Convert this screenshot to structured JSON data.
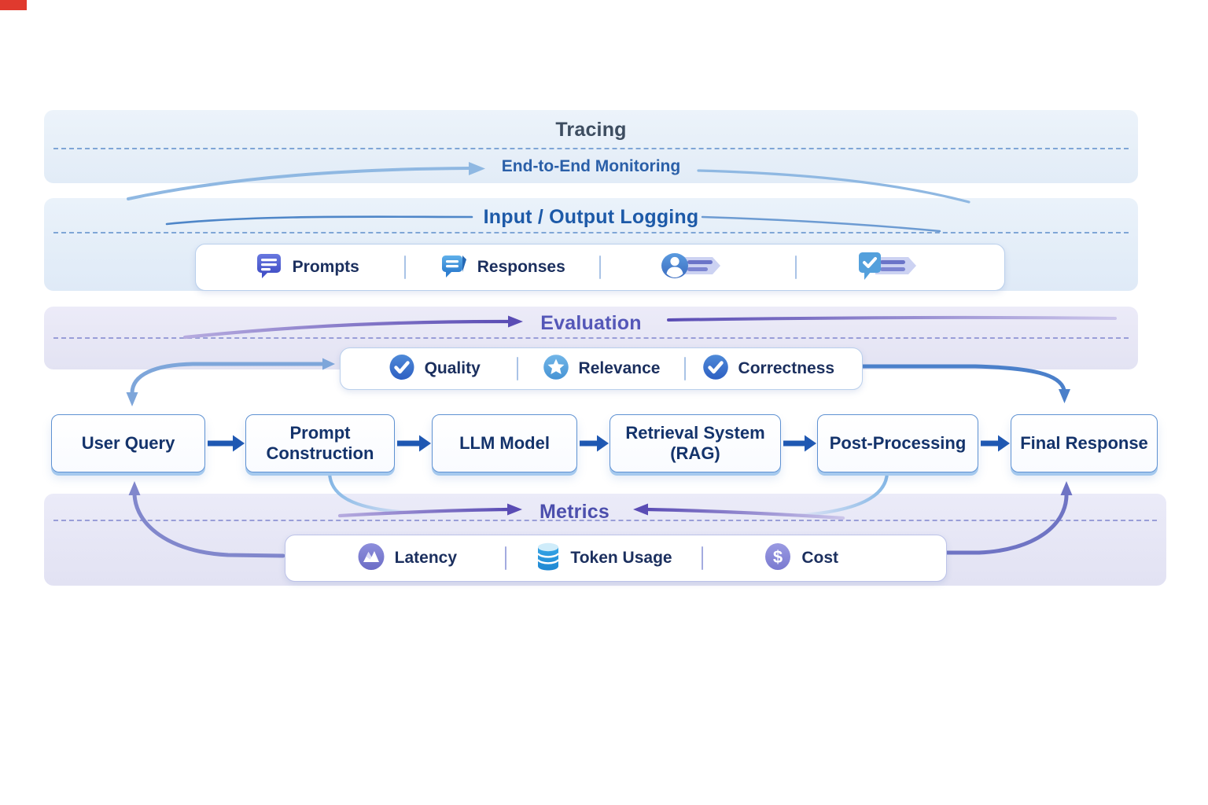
{
  "bands": {
    "tracing": {
      "title": "Tracing",
      "subtitle": "End-to-End Monitoring"
    },
    "io_logging": {
      "title": "Input / Output Logging",
      "items": [
        {
          "label": "Prompts",
          "icon": "chat-bubble-lines-icon"
        },
        {
          "label": "Responses",
          "icon": "chat-bubble-reply-icon"
        },
        {
          "label": "",
          "icon": "user-log-arrow-icon"
        },
        {
          "label": "",
          "icon": "check-log-arrow-icon"
        }
      ]
    },
    "evaluation": {
      "title": "Evaluation",
      "items": [
        {
          "label": "Quality",
          "icon": "check-circle-icon"
        },
        {
          "label": "Relevance",
          "icon": "star-circle-icon"
        },
        {
          "label": "Correctness",
          "icon": "check-circle-icon"
        }
      ]
    },
    "metrics": {
      "title": "Metrics",
      "items": [
        {
          "label": "Latency",
          "icon": "mountain-circle-icon"
        },
        {
          "label": "Token Usage",
          "icon": "database-icon"
        },
        {
          "label": "Cost",
          "icon": "dollar-circle-icon"
        }
      ]
    }
  },
  "pipeline": {
    "nodes": [
      {
        "label": "User Query"
      },
      {
        "label": "Prompt Construction"
      },
      {
        "label": "LLM Model"
      },
      {
        "label": "Retrieval System (RAG)"
      },
      {
        "label": "Post-Processing"
      },
      {
        "label": "Final Response"
      }
    ]
  },
  "colors": {
    "flow_arrow": "#1f58b2",
    "tracing_title": "#3d4d60",
    "monitoring_label": "#2a5fa8",
    "io_title": "#1d5aa8",
    "evaluation_title": "#5457b8",
    "metrics_title": "#4c4fad",
    "node_text": "#14336b",
    "swoosh_blue": "#8fb8e2",
    "feedback_purple": "#5a4cb4"
  }
}
